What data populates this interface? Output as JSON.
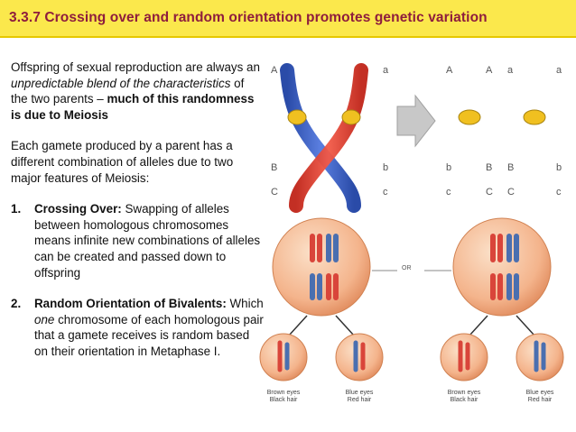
{
  "title": "3.3.7 Crossing over and random orientation promotes genetic variation",
  "intro": {
    "t1": "Offspring of sexual reproduction are always an ",
    "t2": "unpredictable blend of the characteristics",
    "t3": " of the two parents – ",
    "t4": "much of this randomness is due to Meiosis"
  },
  "para2": "Each gamete produced by a parent has a different combination of alleles due to two major features of Meiosis:",
  "list": [
    {
      "num": "1.",
      "head": "Crossing Over:",
      "body": " Swapping of alleles between homologous chromosomes means infinite new combinations of alleles can be created and passed down to offspring"
    },
    {
      "num": "2.",
      "head": "Random Orientation of Bivalents:",
      "b1": " Which ",
      "em": "one",
      "b2": " chromosome of each homologous pair that a gamete receives is random based on their orientation in Metaphase I."
    }
  ],
  "diagram": {
    "A": "A",
    "a": "a",
    "B": "B",
    "b": "b",
    "C": "C",
    "c": "c",
    "or": "OR",
    "captions": [
      [
        "Brown eyes",
        "Black hair"
      ],
      [
        "Blue eyes",
        "Red hair"
      ],
      [
        "Brown eyes",
        "Black hair"
      ],
      [
        "Blue eyes",
        "Red hair"
      ]
    ]
  },
  "colors": {
    "title_bg": "#fbe84c",
    "title_text": "#8e1d3d",
    "blue": "#3b5fc4",
    "red": "#e03a2e",
    "centromere": "#f0c020",
    "cell": "#f4b48c"
  }
}
